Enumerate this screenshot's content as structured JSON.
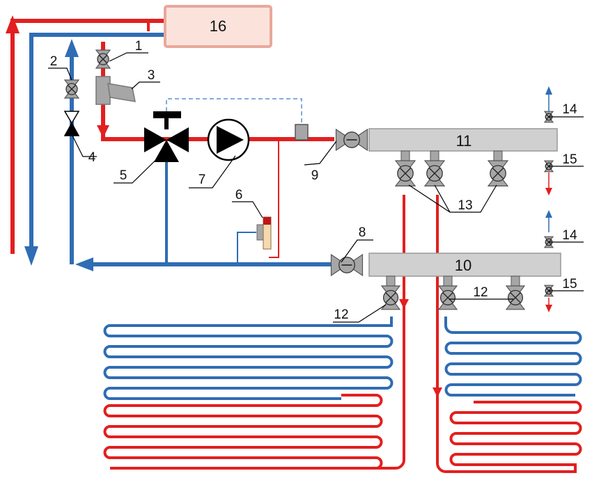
{
  "colors": {
    "supply": "#e31f1f",
    "return": "#2f6db4",
    "valve_body": "#a6a6a6",
    "manifold": "#d0d0d0",
    "boiler_fill": "#fbe3dc",
    "boiler_stroke": "#e9a89a",
    "leader": "#000000"
  },
  "labels": {
    "boiler": "16",
    "valve_1": "1",
    "valve_2": "2",
    "filter_3": "3",
    "check_valve_4": "4",
    "mixing_valve_5": "5",
    "thermostat_6": "6",
    "pump_7": "7",
    "return_valve_8": "8",
    "supply_valve_9": "9",
    "return_manifold_10": "10",
    "supply_manifold_11": "11",
    "return_valves_12a": "12",
    "return_valves_12b": "12",
    "supply_valves_13": "13",
    "air_vent_14_top": "14",
    "air_vent_14_bottom": "14",
    "drain_15_top": "15",
    "drain_15_bottom": "15"
  }
}
